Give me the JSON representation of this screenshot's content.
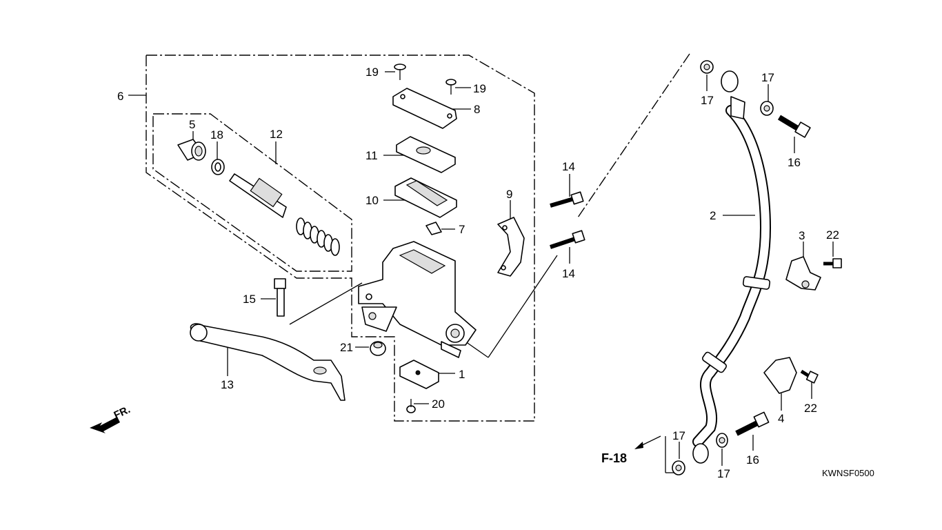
{
  "diagram_code": "KWNSF0500",
  "direction_label": "FR.",
  "reference_label": "F-18",
  "callouts": {
    "n1": "1",
    "n2": "2",
    "n3": "3",
    "n4": "4",
    "n5": "5",
    "n6": "6",
    "n7": "7",
    "n8": "8",
    "n9": "9",
    "n10": "10",
    "n11": "11",
    "n12": "12",
    "n13": "13",
    "n14a": "14",
    "n14b": "14",
    "n15": "15",
    "n16a": "16",
    "n16b": "16",
    "n17a": "17",
    "n17b": "17",
    "n17c": "17",
    "n17d": "17",
    "n18": "18",
    "n19a": "19",
    "n19b": "19",
    "n20": "20",
    "n21": "21",
    "n22a": "22",
    "n22b": "22"
  }
}
